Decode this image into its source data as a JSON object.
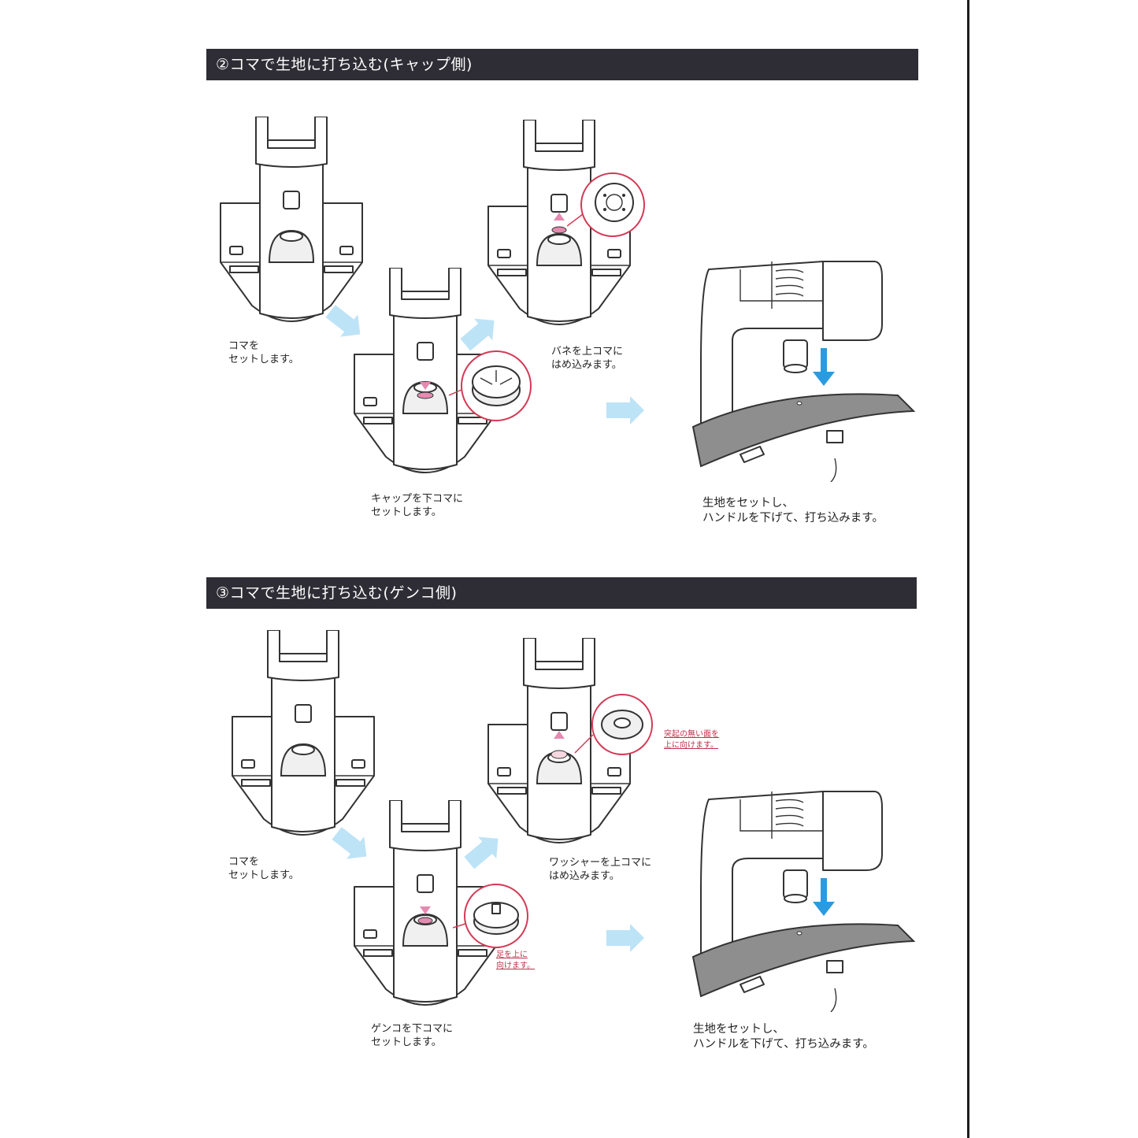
{
  "colors": {
    "header_bg": "#2e2d35",
    "arrow_blue_light": "#bde3f7",
    "arrow_blue": "#2a9be0",
    "pink": "#e58ab0",
    "callout_red": "#d23a55",
    "note_red": "#c0314b"
  },
  "icons": {
    "step_arrow": "light-blue-chevron-arrow",
    "press_arrow": "blue-down-arrow",
    "pink_arrow": "pink-small-arrow"
  },
  "sections": [
    {
      "title": "②コマで生地に打ち込む(キャップ側)",
      "steps": [
        {
          "caption": "コマを\nセットします。"
        },
        {
          "caption": "キャップを下コマに\nセットします。"
        },
        {
          "caption": "バネを上コマに\nはめ込みます。"
        },
        {
          "caption": "生地をセットし、\nハンドルを下げて、打ち込みます。"
        }
      ],
      "notes": []
    },
    {
      "title": "③コマで生地に打ち込む(ゲンコ側)",
      "steps": [
        {
          "caption": "コマを\nセットします。"
        },
        {
          "caption": "ゲンコを下コマに\nセットします。"
        },
        {
          "caption": "ワッシャーを上コマに\nはめ込みます。"
        },
        {
          "caption": "生地をセットし、\nハンドルを下げて、打ち込みます。"
        }
      ],
      "notes": [
        {
          "text": "足を上に\n向けます。"
        },
        {
          "text": "突起の無い面を\n上に向けます。"
        }
      ]
    }
  ]
}
